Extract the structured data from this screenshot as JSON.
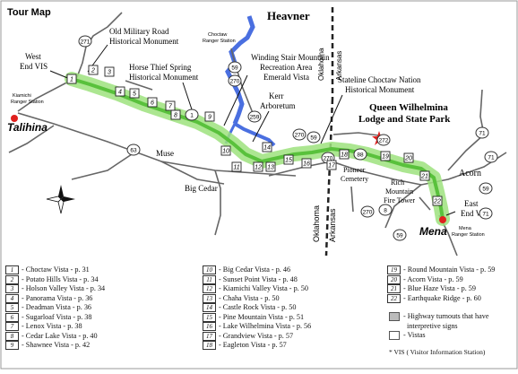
{
  "title": "Tour Map",
  "labels": {
    "heavner": "Heavner",
    "oklahoma_top": "Oklahoma",
    "arkansas_top": "Arkansas",
    "oklahoma_bottom": "Oklahoma",
    "arkansas_bottom": "Arkansas",
    "old_military_1": "Old Military Road",
    "old_military_2": "Historical Monument",
    "west_end_1": "West",
    "west_end_2": "End VIS",
    "horse_thief_1": "Horse Thief Spring",
    "horse_thief_2": "Historical Monument",
    "winding_stair_1": "Winding Stair Mountain",
    "winding_stair_2": "Recreation Area",
    "winding_stair_3": "Emerald Vista",
    "kerr_1": "Kerr",
    "kerr_2": "Arboretum",
    "stateline_1": "Stateline Choctaw Nation",
    "stateline_2": "Historical Monument",
    "queen_1": "Queen Wilhelmina",
    "queen_2": "Lodge and State Park",
    "kiamichi_station_1": "Kiamichi",
    "kiamichi_station_2": "Ranger Station",
    "choctaw_station_1": "Choctaw",
    "choctaw_station_2": "Ranger Station",
    "talihina": "Talihina",
    "muse": "Muse",
    "big_cedar": "Big Cedar",
    "pioneer_1": "Pioneer",
    "pioneer_2": "Cemetery",
    "rich_mtn_1": "Rich",
    "rich_mtn_2": "Mountain",
    "rich_mtn_3": "Fire Tower",
    "acorn": "Acorn",
    "east_end_1": "East",
    "east_end_2": "End VIS",
    "mena": "Mena",
    "mena_station_1": "Mena",
    "mena_station_2": "Ranger Station"
  },
  "highways": [
    "271",
    "59",
    "270",
    "1",
    "259",
    "63",
    "270",
    "59",
    "71",
    "272",
    "270",
    "88",
    "59",
    "270",
    "8",
    "71",
    "59",
    "71"
  ],
  "vista_markers": [
    "1",
    "2",
    "3",
    "4",
    "5",
    "6",
    "7",
    "8",
    "9",
    "10",
    "11",
    "12",
    "13",
    "14",
    "15",
    "16",
    "17",
    "18",
    "19",
    "20",
    "21",
    "22"
  ],
  "legend": {
    "col1": [
      {
        "num": "1",
        "text": "- Choctaw Vista - p. 31"
      },
      {
        "num": "2",
        "text": "- Potato Hills Vista - p. 34"
      },
      {
        "num": "3",
        "text": "- Holson Valley Vista - p. 34"
      },
      {
        "num": "4",
        "text": "- Panorama Vista - p. 36"
      },
      {
        "num": "5",
        "text": "- Deadman Vista - p. 36"
      },
      {
        "num": "6",
        "text": "- Sugarloaf Vista - p. 38"
      },
      {
        "num": "7",
        "text": "- Lenox Vista - p. 38"
      },
      {
        "num": "8",
        "text": "- Cedar Lake Vista - p. 40"
      },
      {
        "num": "9",
        "text": "- Shawnee Vista - p. 42"
      }
    ],
    "col2": [
      {
        "num": "10",
        "text": "- Big Cedar Vista - p. 46"
      },
      {
        "num": "11",
        "text": "- Sunset Point Vista - p. 48"
      },
      {
        "num": "12",
        "text": "- Kiamichi Valley Vista - p. 50"
      },
      {
        "num": "13",
        "text": "- Chaha Vista - p. 50"
      },
      {
        "num": "14",
        "text": "- Castle Rock Vista - p. 50"
      },
      {
        "num": "15",
        "text": "- Pine Mountain Vista - p. 51"
      },
      {
        "num": "16",
        "text": "- Lake Wilhelmina Vista - p. 56"
      },
      {
        "num": "17",
        "text": "- Grandview Vista - p. 57"
      },
      {
        "num": "18",
        "text": "- Eagleton Vista - p. 57"
      }
    ],
    "col3": [
      {
        "num": "19",
        "text": "- Round Mountain Vista - p. 59"
      },
      {
        "num": "20",
        "text": "- Acorn Vista - p. 59"
      },
      {
        "num": "21",
        "text": "- Blue Haze Vista - p. 59"
      },
      {
        "num": "22",
        "text": "- Earthquake Ridge - p. 60"
      }
    ],
    "key_turnouts_1": "- Highway turnouts that have",
    "key_turnouts_2": "interpretive signs",
    "key_vistas": "- Vistas",
    "vis_note": "* VIS ( Visitor Information Station)"
  },
  "colors": {
    "route_green": "#59c13c",
    "river_blue": "#4a6fe0",
    "road_gray": "#666666",
    "star_red": "#e0211e"
  }
}
